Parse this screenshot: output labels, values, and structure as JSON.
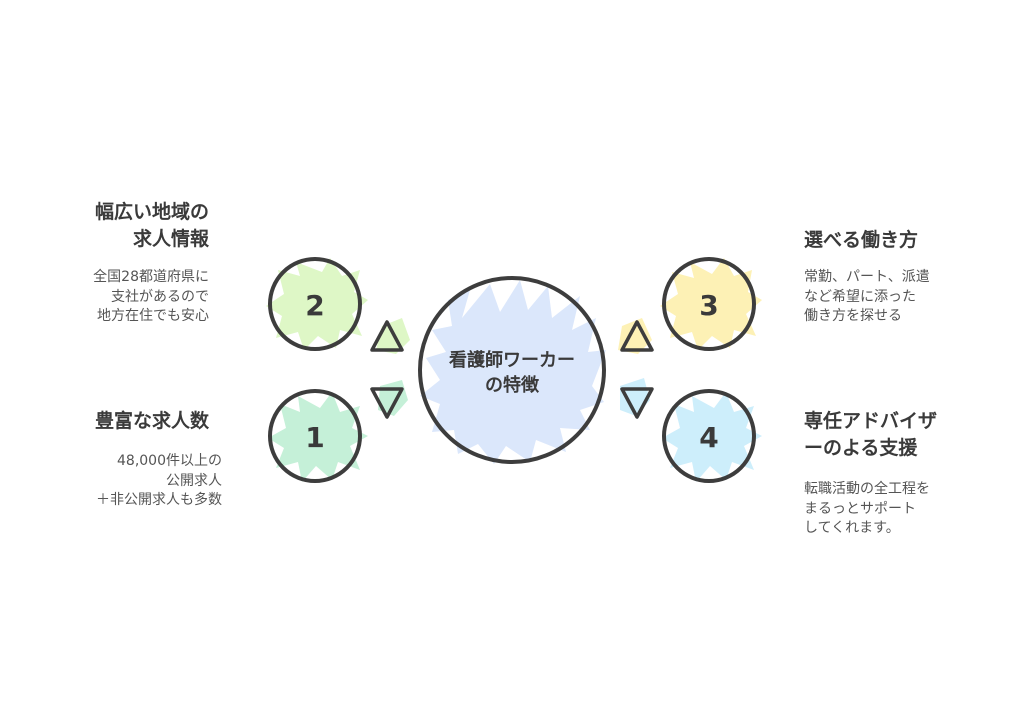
{
  "center": {
    "line1": "看護師ワーカー",
    "line2": "の特徴",
    "color": "#dbe7fb"
  },
  "features": [
    {
      "number": "1",
      "title": "豊富な求人数",
      "description": "48,000件以上の\n公開求人\n＋非公開求人も多数",
      "color": "#c5f0d8"
    },
    {
      "number": "2",
      "title": "幅広い地域の\n求人情報",
      "description": "全国28都道府県に\n支社があるので\n地方在住でも安心",
      "color": "#def7c6"
    },
    {
      "number": "3",
      "title": "選べる働き方",
      "description": "常勤、パート、派遣\nなど希望に添った\n働き方を探せる",
      "color": "#fdf1b5"
    },
    {
      "number": "4",
      "title": "専任アドバイザ\nーのよる支援",
      "description": "転職活動の全工程を\nまるっとサポート\nしてくれます。",
      "color": "#cdeefb"
    }
  ],
  "stroke_color": "#3d3d3d"
}
